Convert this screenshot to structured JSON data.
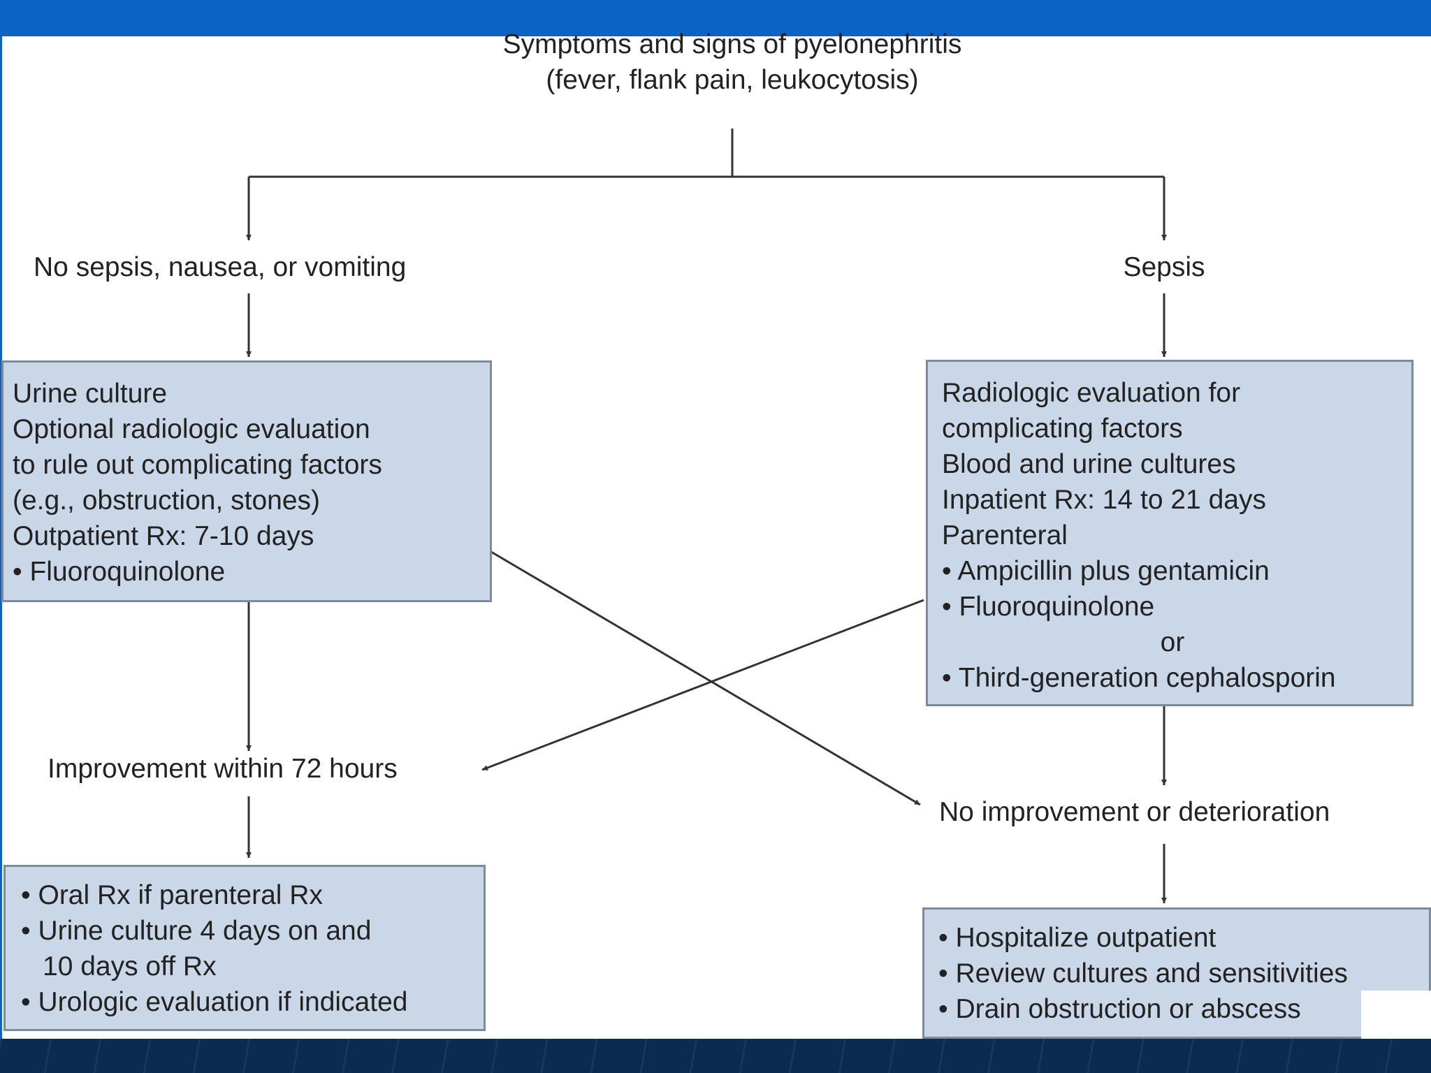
{
  "top": {
    "line1": "Symptoms and signs of pyelonephritis",
    "line2": "(fever, flank pain, leukocytosis)"
  },
  "branches": {
    "left": "No sepsis, nausea, or vomiting",
    "right": "Sepsis"
  },
  "outpatient_box": {
    "lines": [
      "Urine culture",
      "Optional radiologic evaluation",
      "to rule out complicating factors",
      "(e.g., obstruction, stones)",
      "Outpatient Rx: 7-10 days",
      "• Fluoroquinolone"
    ]
  },
  "inpatient_box": {
    "lines": [
      "Radiologic evaluation for",
      "complicating factors",
      "Blood and urine cultures",
      "Inpatient Rx: 14 to 21 days",
      "Parenteral",
      "• Ampicillin plus gentamicin",
      "• Fluoroquinolone",
      "or",
      "• Third-generation cephalosporin"
    ]
  },
  "outcomes": {
    "improvement": "Improvement within 72 hours",
    "no_improvement": "No improvement or deterioration"
  },
  "improvement_box": {
    "lines": [
      "• Oral Rx if parenteral Rx",
      "• Urine culture 4 days on and",
      "10 days off Rx",
      "• Urologic evaluation if indicated"
    ]
  },
  "deterioration_box": {
    "lines": [
      "• Hospitalize outpatient",
      "• Review cultures and sensitivities",
      "• Drain obstruction or abscess"
    ]
  },
  "colors": {
    "top_band": "#0b63c4",
    "bottom_band": "#0c2a52",
    "box_fill": "#c9d7e8",
    "box_border": "#7f8a99",
    "text": "#222222"
  }
}
